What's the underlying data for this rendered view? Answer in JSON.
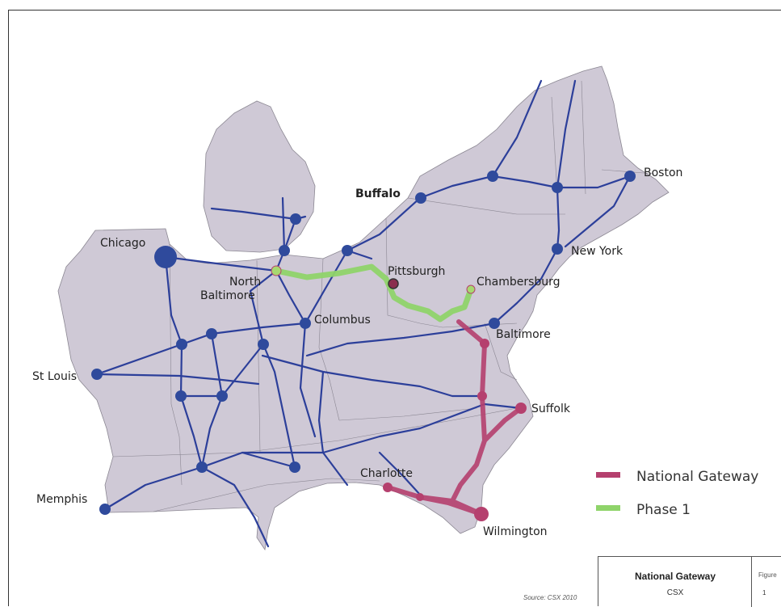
{
  "map": {
    "cities": {
      "boston": "Boston",
      "buffalo": "Buffalo",
      "chicago": "Chicago",
      "new_york": "New York",
      "pittsburgh": "Pittsburgh",
      "north_baltimore_1": "North",
      "north_baltimore_2": "Baltimore",
      "chambersburg": "Chambersburg",
      "columbus": "Columbus",
      "baltimore": "Baltimore",
      "st_louis": "St Louis",
      "suffolk": "Suffolk",
      "charlotte": "Charlotte",
      "memphis": "Memphis",
      "wilmington": "Wilmington"
    },
    "colors": {
      "land": "#cfc9d6",
      "rail": "#2c3f9a",
      "hub": "#2f4a9c",
      "national_gateway": "#b5406e",
      "phase_1": "#8fd46a"
    }
  },
  "legend": {
    "items": [
      {
        "label": "National Gateway",
        "color": "#b5406e"
      },
      {
        "label": "Phase 1",
        "color": "#8fd46a"
      }
    ]
  },
  "title_block": {
    "title": "National Gateway",
    "org": "CSX",
    "figure_label": "Figure",
    "figure_number": "1"
  },
  "source": "Source: CSX 2010"
}
